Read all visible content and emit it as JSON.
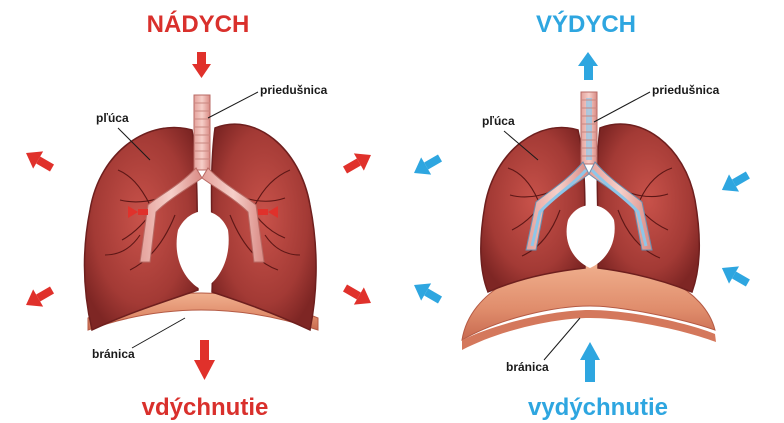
{
  "inhale": {
    "title": "NÁDYCH",
    "lungs_label": "pľúca",
    "trachea_label": "priedušnica",
    "diaphragm_label": "bránica",
    "bottom_label": "vdýchnutie",
    "color": "#d9302c"
  },
  "exhale": {
    "title": "VÝDYCH",
    "lungs_label": "pľúca",
    "trachea_label": "priedušnica",
    "diaphragm_label": "bránica",
    "bottom_label": "vydýchnutie",
    "color": "#2ea6e0"
  }
}
